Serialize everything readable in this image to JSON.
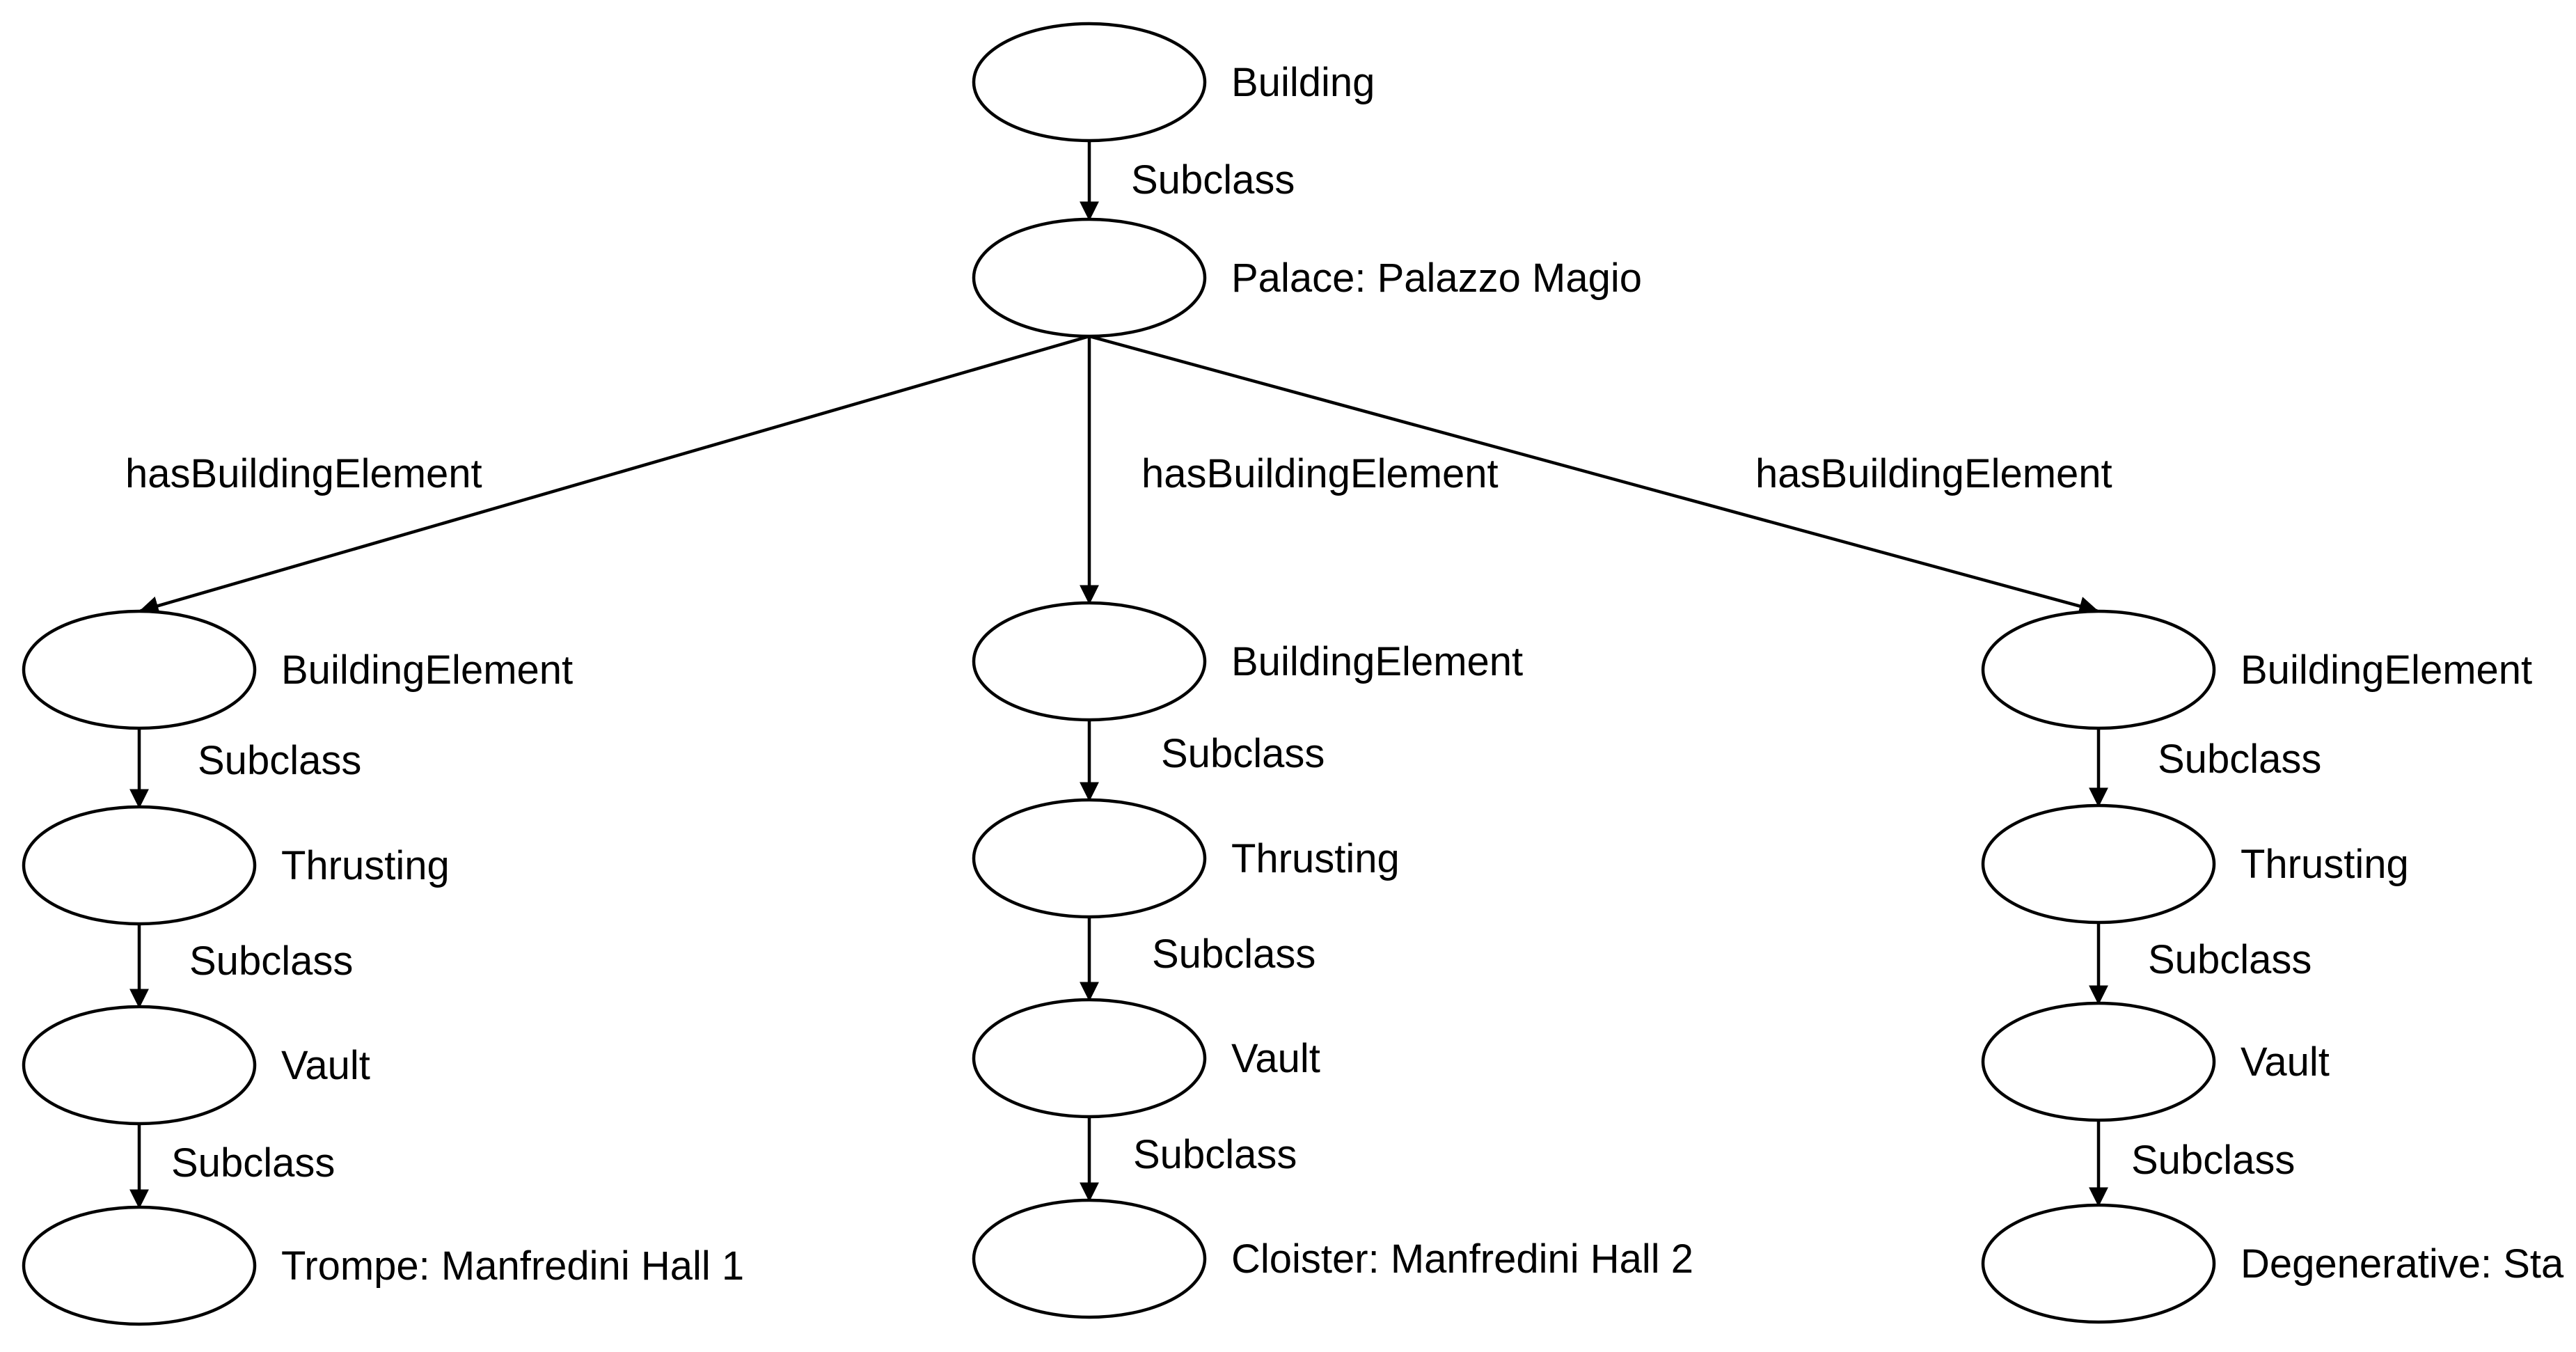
{
  "nodes": [
    {
      "id": "building",
      "label": "Building"
    },
    {
      "id": "palace",
      "label": "Palace: Palazzo Magio"
    },
    {
      "id": "be_left",
      "label": "BuildingElement"
    },
    {
      "id": "be_mid",
      "label": "BuildingElement"
    },
    {
      "id": "be_right",
      "label": "BuildingElement"
    },
    {
      "id": "thr_left",
      "label": "Thrusting"
    },
    {
      "id": "thr_mid",
      "label": "Thrusting"
    },
    {
      "id": "thr_right",
      "label": "Thrusting"
    },
    {
      "id": "vault_left",
      "label": "Vault"
    },
    {
      "id": "vault_mid",
      "label": "Vault"
    },
    {
      "id": "vault_right",
      "label": "Vault"
    },
    {
      "id": "leaf_left",
      "label": "Trompe: Manfredini Hall 1"
    },
    {
      "id": "leaf_mid",
      "label": "Cloister: Manfredini Hall 2"
    },
    {
      "id": "leaf_right",
      "label": "Degenerative: Sta"
    }
  ],
  "edges": [
    {
      "id": "e1",
      "from": "building",
      "to": "palace",
      "label": "Subclass"
    },
    {
      "id": "e2",
      "from": "palace",
      "to": "be_left",
      "label": "hasBuildingElement"
    },
    {
      "id": "e3",
      "from": "palace",
      "to": "be_mid",
      "label": "hasBuildingElement"
    },
    {
      "id": "e4",
      "from": "palace",
      "to": "be_right",
      "label": "hasBuildingElement"
    },
    {
      "id": "e5",
      "from": "be_left",
      "to": "thr_left",
      "label": "Subclass"
    },
    {
      "id": "e6",
      "from": "thr_left",
      "to": "vault_left",
      "label": "Subclass"
    },
    {
      "id": "e7",
      "from": "vault_left",
      "to": "leaf_left",
      "label": "Subclass"
    },
    {
      "id": "e8",
      "from": "be_mid",
      "to": "thr_mid",
      "label": "Subclass"
    },
    {
      "id": "e9",
      "from": "thr_mid",
      "to": "vault_mid",
      "label": "Subclass"
    },
    {
      "id": "e10",
      "from": "vault_mid",
      "to": "leaf_mid",
      "label": "Subclass"
    },
    {
      "id": "e11",
      "from": "be_right",
      "to": "thr_right",
      "label": "Subclass"
    },
    {
      "id": "e12",
      "from": "thr_right",
      "to": "vault_right",
      "label": "Subclass"
    },
    {
      "id": "e13",
      "from": "vault_right",
      "to": "leaf_right",
      "label": "Subclass"
    }
  ]
}
